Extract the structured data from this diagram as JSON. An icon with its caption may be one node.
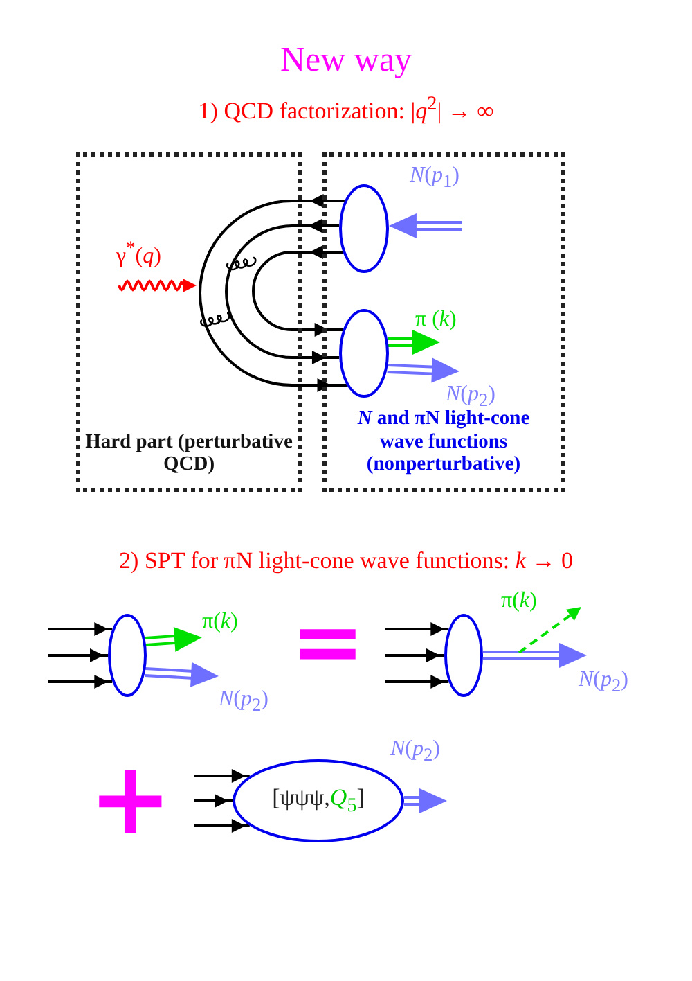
{
  "diagram": {
    "title": "New way",
    "nodes": [
      {
        "text": [
          "Hard part (perturbative QCD)"
        ]
      },
      {
        "text": [],
        "shape": "lines",
        "in": 0
      },
      {
        "text": [
          "*N* and πN light-cone wave functions (nonperturbative)"
        ]
      },
      {
        "text": [],
        "shape": "ellipse",
        "in": 2
      },
      {
        "text": [],
        "shape": "ellipse",
        "in": 2
      },
      {
        "text": [],
        "shape": "ellipse"
      },
      {
        "text": [],
        "shape": "ellipse"
      },
      {
        "text": [
          "[ψψψ,*Q*$_{5}$]"
        ]
      }
    ],
    "edges": [
      {
        "from": null,
        "to": 1,
        "arrow": "to",
        "label": "γ$^{*}$(*q*)",
        "color": "#ff0000"
      },
      {
        "from": 3,
        "to": 1,
        "arrow": "to"
      },
      {
        "from": 3,
        "to": 1,
        "arrow": "to"
      },
      {
        "from": 3,
        "to": 1,
        "arrow": "to"
      },
      {
        "from": 1,
        "to": 4,
        "arrow": "to"
      },
      {
        "from": 1,
        "to": 4,
        "arrow": "to"
      },
      {
        "from": 1,
        "to": 4,
        "arrow": "to"
      },
      {
        "from": null,
        "to": 3,
        "arrow": "to",
        "label": "*N*(*p*$_{1}$)",
        "color": "#6f6fff"
      },
      {
        "from": 4,
        "to": null,
        "arrow": "to",
        "label": "π (*k*)",
        "color": "#00e000"
      },
      {
        "from": 4,
        "to": null,
        "arrow": "to",
        "label": "*N*(*p*$_{2}$)",
        "color": "#6f6fff"
      },
      {
        "from": null,
        "to": 5,
        "arrow": "to"
      },
      {
        "from": null,
        "to": 5,
        "arrow": "to"
      },
      {
        "from": null,
        "to": 5,
        "arrow": "to"
      },
      {
        "from": 5,
        "to": null,
        "arrow": "to",
        "label": "π(*k*)",
        "color": "#00e000"
      },
      {
        "from": 5,
        "to": null,
        "arrow": "to",
        "label": "*N*(*p*$_{2}$)",
        "color": "#6f6fff"
      },
      {
        "from": null,
        "to": 6,
        "arrow": "to"
      },
      {
        "from": null,
        "to": 6,
        "arrow": "to"
      },
      {
        "from": null,
        "to": 6,
        "arrow": "to"
      },
      {
        "from": 6,
        "to": null,
        "arrow": "to",
        "label": "*N*(*p*$_{2}$)",
        "color": "#6f6fff"
      },
      {
        "from": null,
        "to": 7,
        "arrow": "to"
      },
      {
        "from": null,
        "to": 7,
        "arrow": "to"
      },
      {
        "from": null,
        "to": 7,
        "arrow": "to"
      },
      {
        "from": 7,
        "to": null,
        "arrow": "to",
        "label": "*N*(*p*$_{2}$)",
        "color": "#6f6fff"
      }
    ],
    "labels": [
      "1) QCD factorization: |*q*$^{2}$| → ∞",
      "2) SPT for πN light-cone wave functions: *k* → 0",
      "π(*k*)",
      "=",
      "+"
    ]
  }
}
